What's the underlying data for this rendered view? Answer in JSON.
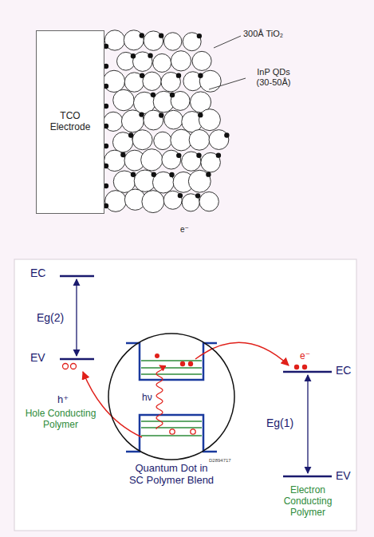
{
  "diagram": {
    "nodes": [
      {
        "text": [
          "TCO Electrode"
        ]
      },
      {
        "text": [
          "Quantum Dot in SC Polymer Blend"
        ]
      }
    ],
    "labels": [
      "300Å TiO₂",
      "InP QDs (30-50Å)",
      "e⁻",
      "EC",
      "Eg(2)",
      "EV",
      "h⁺",
      "Hole Conducting Polymer",
      "hν",
      "e⁻",
      "EC",
      "Eg(1)",
      "EV",
      "Electron Conducting Polymer",
      "D2894717"
    ]
  }
}
